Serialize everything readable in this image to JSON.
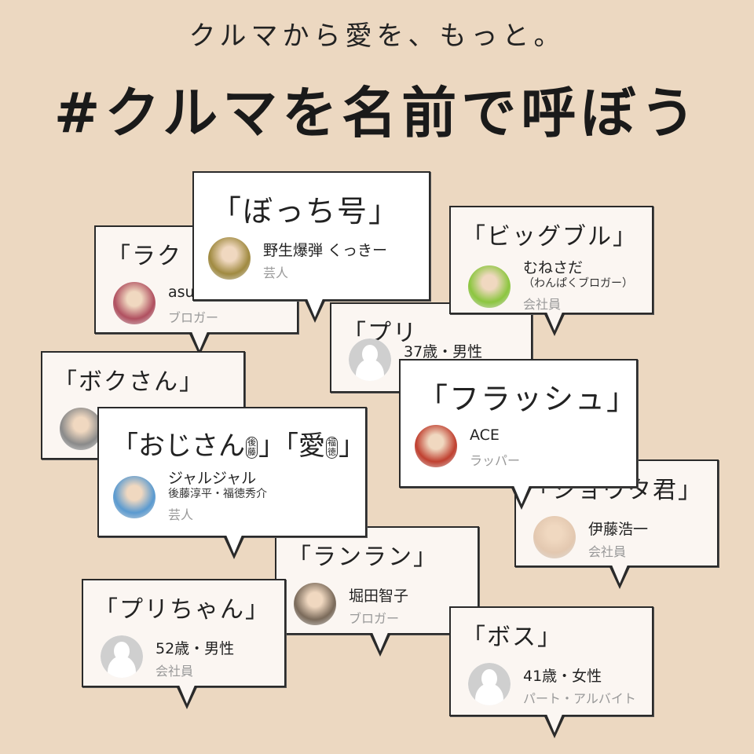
{
  "header": {
    "tagline": "クルマから愛を、もっと。",
    "hashtag": "#クルマを名前で呼ぼう"
  },
  "colors": {
    "background": "#ecd8c1",
    "bubble": "#fbf6f2",
    "bubble_featured": "#ffffff",
    "border": "#2a2a2a",
    "role_text": "#999999"
  },
  "bubbles": [
    {
      "title": "「ラク",
      "name": "asu",
      "role": "ブロガー",
      "avatar": "photo"
    },
    {
      "title": "「プリ",
      "name": "37歳・男性",
      "avatar": "default-user-icon"
    },
    {
      "title": "「ボクさん」",
      "avatar": "photo"
    },
    {
      "title": "「ショウタ君」",
      "name": "伊藤浩一",
      "role": "会社員",
      "avatar": "photo"
    },
    {
      "title": "「ランラン」",
      "name": "堀田智子",
      "role": "ブロガー",
      "avatar": "photo"
    },
    {
      "title": "「プリちゃん」",
      "name": "52歳・男性",
      "role": "会社員",
      "avatar": "default-user-icon"
    },
    {
      "title": "「ボス」",
      "name": "41歳・女性",
      "role": "パート・アルバイト",
      "avatar": "default-user-icon"
    },
    {
      "title": "「ぼっち号」",
      "name": "野生爆弾 くっきー",
      "role": "芸人",
      "avatar": "photo"
    },
    {
      "title": "「ビッグブル」",
      "name": "むねさだ",
      "sub": "（わんぱくブロガー）",
      "role": "会社員",
      "avatar": "illustration"
    },
    {
      "title_parts": [
        "「おじさん",
        "後",
        "藤",
        "」「愛",
        "福",
        "徳",
        "」"
      ],
      "name": "ジャルジャル",
      "sub": "後藤淳平・福徳秀介",
      "role": "芸人",
      "avatar": "photo"
    },
    {
      "title": "「フラッシュ」",
      "name": "ACE",
      "role": "ラッパー",
      "avatar": "photo"
    }
  ]
}
